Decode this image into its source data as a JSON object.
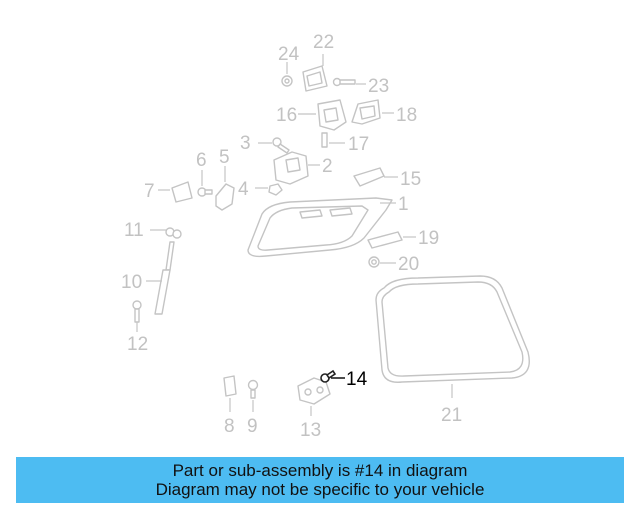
{
  "diagram": {
    "callouts": [
      "1",
      "2",
      "3",
      "4",
      "5",
      "6",
      "7",
      "8",
      "9",
      "10",
      "11",
      "12",
      "13",
      "14",
      "15",
      "16",
      "17",
      "18",
      "19",
      "20",
      "21",
      "22",
      "23",
      "24"
    ],
    "highlighted": "14"
  },
  "banner": {
    "line1": "Part or sub-assembly is #14 in diagram",
    "line2": "Diagram may not be specific to your vehicle"
  },
  "colors": {
    "banner_bg": "#4dbcf2",
    "part_stroke": "#c4c4c4",
    "callout_text": "#c2c2c2",
    "highlight": "#000000"
  }
}
